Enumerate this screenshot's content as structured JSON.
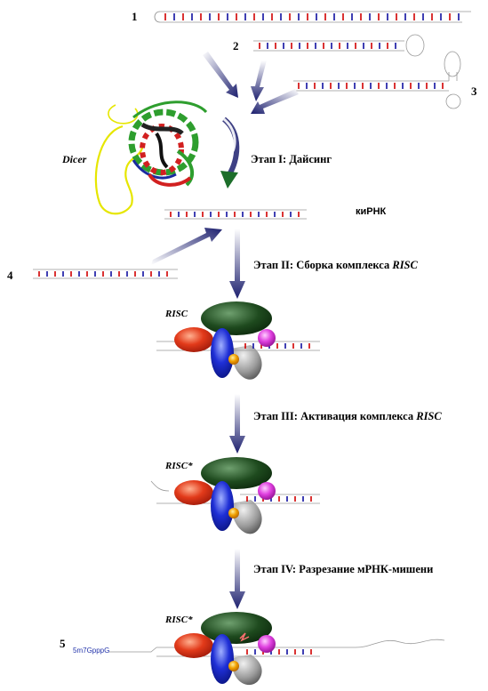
{
  "numbers": {
    "n1": "1",
    "n2": "2",
    "n3": "3",
    "n4": "4",
    "n5": "5"
  },
  "labels": {
    "dicer": "Dicer",
    "kirnk": "киРНК",
    "risc": "RISC",
    "risc_star_1": "RISC*",
    "risc_star_2": "RISC*",
    "cap": "5m7GpppG"
  },
  "stages": {
    "s1": "Этап I: Дайсинг",
    "s2_prefix": "Этап II: Сборка комплекса ",
    "s2_italic": "RISC",
    "s3_prefix": "Этап III: Активация комплекса ",
    "s3_italic": "RISC",
    "s4": "Этап IV: Разрезание мРНК-мишени"
  },
  "colors": {
    "arrow": "#1c1f6e",
    "dicer_yellow": "#e6e600",
    "dicer_green": "#2e9e2e",
    "dicer_red": "#d22020",
    "dicer_blue": "#1a2aa0",
    "dark_green": "#1e4a1e",
    "red_oval": "#e23a1a",
    "blue_oval": "#1f2fd6",
    "magenta": "#e040e0",
    "orange": "#f0a000",
    "grey": "#9a9a9a",
    "pair_red": "#d10000",
    "pair_blue": "#1010a0",
    "cap_blue": "#2233aa"
  },
  "icons": {
    "arrow": "down-arrow-icon"
  }
}
